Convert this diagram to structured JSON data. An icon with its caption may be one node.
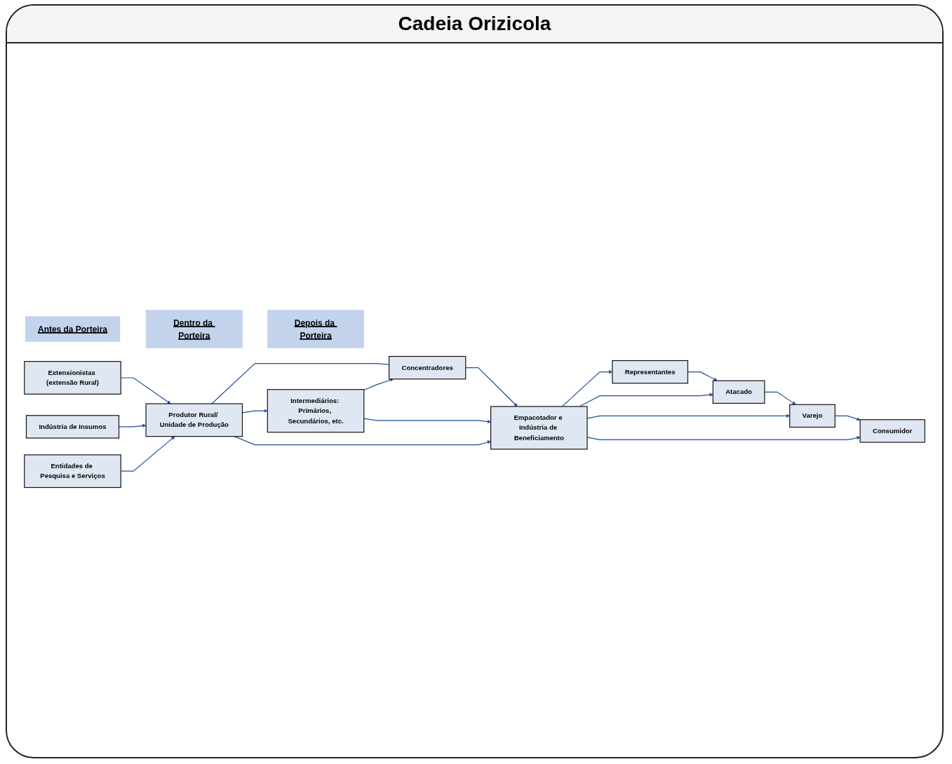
{
  "diagram": {
    "title": "Cadeia Orizicola",
    "nodes": [
      {
        "text": [
          "Antes da Porteira"
        ]
      },
      {
        "text": [
          "Dentro da Porteira"
        ]
      },
      {
        "text": [
          "Depois da Porteira"
        ]
      },
      {
        "text": [
          "Extensionistas (extensão Rural)"
        ]
      },
      {
        "text": [
          "Indústria de Insumos"
        ]
      },
      {
        "text": [
          "Entidades de Pesquisa e Serviços"
        ]
      },
      {
        "text": [
          "Produtor Rural/ Unidade de Produção"
        ]
      },
      {
        "text": [
          "Concentradores"
        ]
      },
      {
        "text": [
          "Intermediários: Primários, Secundários, etc."
        ]
      },
      {
        "text": [
          "Representantes"
        ]
      },
      {
        "text": [
          "Atacado"
        ]
      },
      {
        "text": [
          "Varejo"
        ]
      },
      {
        "text": [
          "Consumidor"
        ]
      },
      {
        "text": [
          "Empacotador e Indústria de Beneficiamento"
        ]
      }
    ],
    "edges": [
      {
        "from": 3,
        "to": 6,
        "arrow": "to"
      },
      {
        "from": 4,
        "to": 6,
        "arrow": "to"
      },
      {
        "from": 5,
        "to": 6,
        "arrow": "to"
      },
      {
        "from": 6,
        "to": 7,
        "arrow": "none"
      },
      {
        "from": 6,
        "to": 8,
        "arrow": "to"
      },
      {
        "from": 6,
        "to": 13,
        "arrow": "to"
      },
      {
        "from": 8,
        "to": 7,
        "arrow": "to"
      },
      {
        "from": 8,
        "to": 13,
        "arrow": "to"
      },
      {
        "from": 7,
        "to": 13,
        "arrow": "to"
      },
      {
        "from": 13,
        "to": 9,
        "arrow": "to"
      },
      {
        "from": 13,
        "to": 10,
        "arrow": "to"
      },
      {
        "from": 13,
        "to": 11,
        "arrow": "to"
      },
      {
        "from": 13,
        "to": 12,
        "arrow": "to"
      },
      {
        "from": 9,
        "to": 10,
        "arrow": "to"
      },
      {
        "from": 10,
        "to": 11,
        "arrow": "to"
      },
      {
        "from": 11,
        "to": 12,
        "arrow": "to"
      }
    ]
  }
}
